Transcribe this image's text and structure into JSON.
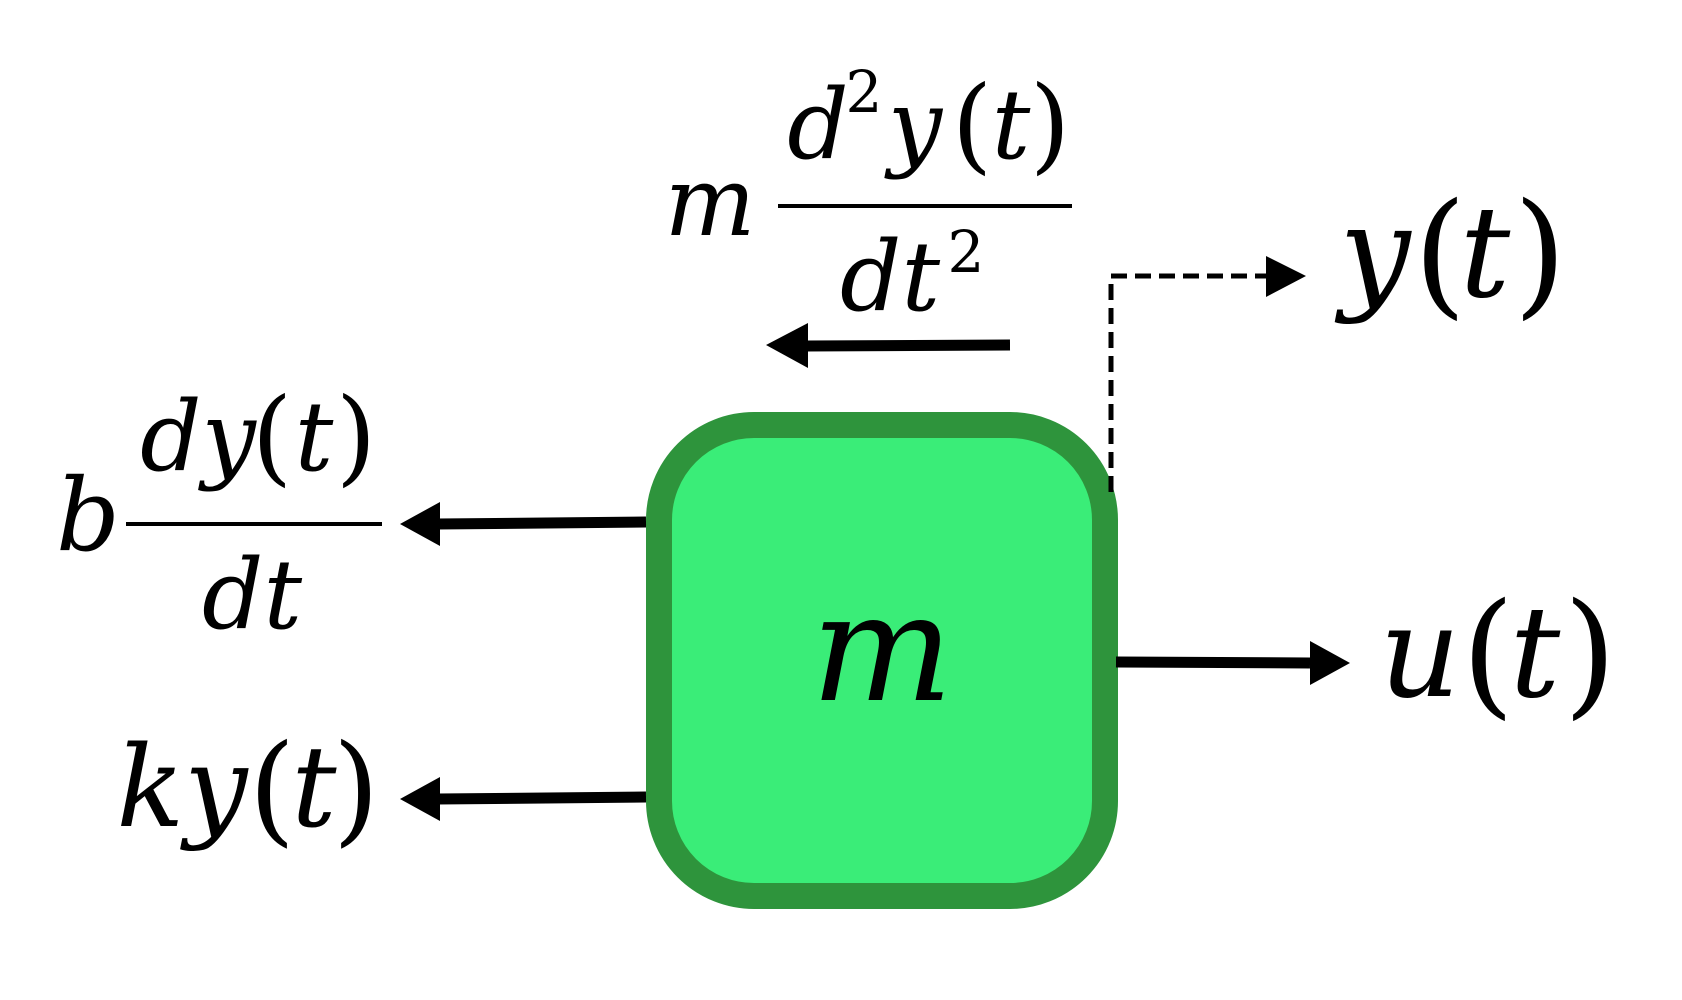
{
  "mass": {
    "symbol": "m",
    "fill_color": "#3aed78",
    "border_color": "#2e943c"
  },
  "forces": {
    "inertia": {
      "coefficient": "m",
      "numerator_d": "d",
      "numerator_exp": "2",
      "numerator_y": "y",
      "numerator_open": "(",
      "numerator_t": "t",
      "numerator_close": ")",
      "denominator_dt": "dt",
      "denominator_exp": "2"
    },
    "damping": {
      "coefficient": "b",
      "numerator_dy": "dy",
      "numerator_open": "(",
      "numerator_t": "t",
      "numerator_close": ")",
      "denominator": "dt"
    },
    "spring": {
      "ky": "ky",
      "open": "(",
      "t": "t",
      "close": ")"
    }
  },
  "output": {
    "y": "y",
    "open": "(",
    "t": "t",
    "close": ")"
  },
  "input": {
    "u": "u",
    "open": "(",
    "t": "t",
    "close": ")"
  }
}
